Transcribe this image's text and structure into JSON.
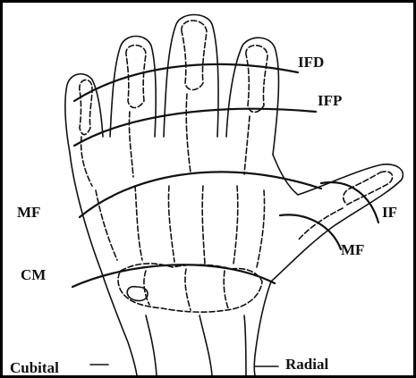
{
  "labels": {
    "ifd": "IFD",
    "ifp": "IFP",
    "mf_left": "MF",
    "cm": "CM",
    "if_thumb": "IF",
    "mf_thumb": "MF",
    "cubital": "Cubital",
    "radial": "Radial"
  },
  "colors": {
    "line": "#111111",
    "background": "#ffffff",
    "border": "#000000"
  }
}
